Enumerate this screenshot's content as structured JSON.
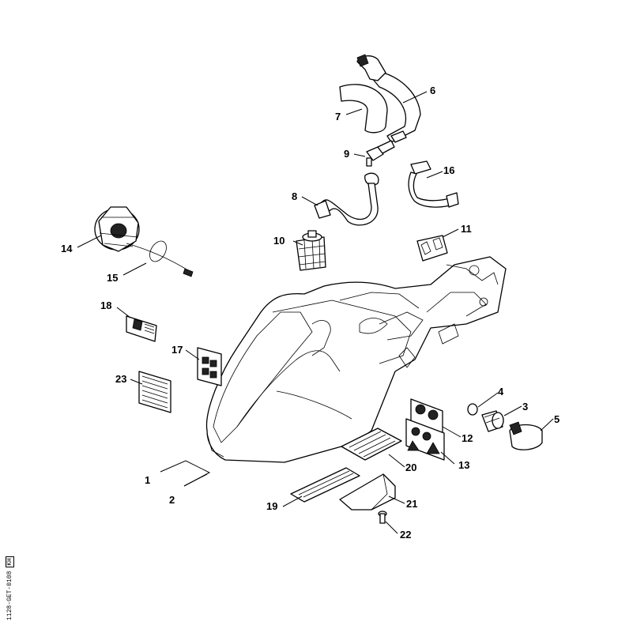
{
  "drawing_code": "1128-GET-0108",
  "drawing_code_suffix": "KH",
  "callouts": [
    "1",
    "2",
    "3",
    "4",
    "5",
    "6",
    "7",
    "8",
    "9",
    "10",
    "11",
    "12",
    "13",
    "14",
    "15",
    "16",
    "17",
    "18",
    "19",
    "20",
    "21",
    "22",
    "23"
  ]
}
